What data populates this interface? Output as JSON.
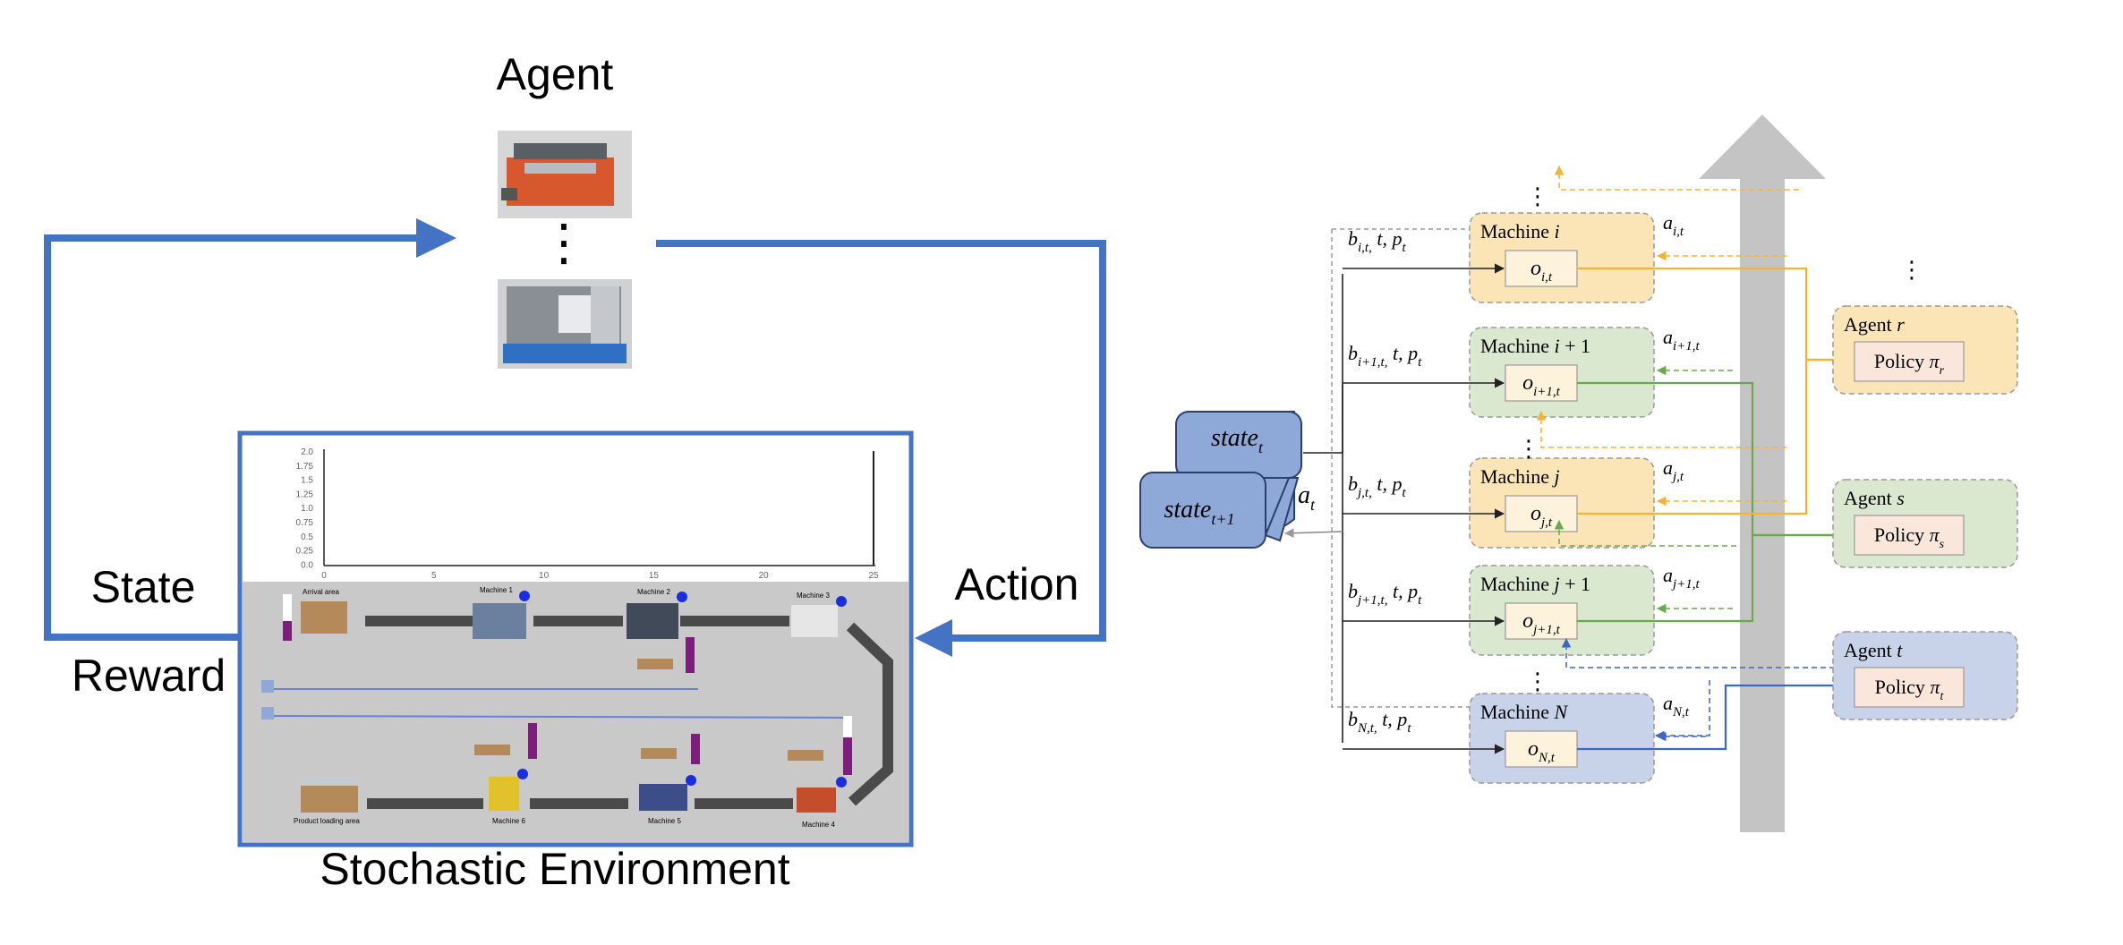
{
  "left_panel": {
    "agent_label": "Agent",
    "state_label": "State",
    "reward_label": "Reward",
    "action_label": "Action",
    "environment_label": "Stochastic Environment",
    "plot_y_ticks": [
      "2.0",
      "1.75",
      "1.5",
      "1.25",
      "1.0",
      "0.75",
      "0.5",
      "0.25",
      "0.0"
    ],
    "plot_x_ticks": [
      "0",
      "5",
      "10",
      "15",
      "20",
      "25"
    ],
    "factory_labels": {
      "arrival": "Arrival area",
      "machine1": "Machine 1",
      "machine2": "Machine 2",
      "machine3": "Machine 3",
      "machine4": "Machine 4",
      "machine5": "Machine 5",
      "machine6": "Machine 6",
      "loading": "Product loading area"
    },
    "colors": {
      "loop": "#4472C4",
      "factory_bg": "#c9c9c9",
      "buffer": "#7b1f7b"
    }
  },
  "right_panel": {
    "state_t": {
      "base": "state",
      "sub": "t"
    },
    "state_t1": {
      "base": "state",
      "sub": "t+1"
    },
    "action_t": {
      "base": "a",
      "sub": "t"
    },
    "machines": [
      {
        "name_prefix": "Machine ",
        "name_var": "i",
        "name_suffix": "",
        "obs_sub": "i,t",
        "b_sub": "i,t",
        "act_sub": "i,t",
        "color": "yellow"
      },
      {
        "name_prefix": "Machine ",
        "name_var": "i",
        "name_suffix": " + 1",
        "obs_sub": "i+1,t",
        "b_sub": "i+1,t",
        "act_sub": "i+1,t",
        "color": "green"
      },
      {
        "name_prefix": "Machine ",
        "name_var": "j",
        "name_suffix": "",
        "obs_sub": "j,t",
        "b_sub": "j,t",
        "act_sub": "j,t",
        "color": "yellow"
      },
      {
        "name_prefix": "Machine ",
        "name_var": "j",
        "name_suffix": " + 1",
        "obs_sub": "j+1,t",
        "b_sub": "j+1,t",
        "act_sub": "j+1,t",
        "color": "green"
      },
      {
        "name_prefix": "Machine ",
        "name_var": "N",
        "name_suffix": "",
        "obs_sub": "N,t",
        "b_sub": "N,t",
        "act_sub": "N,t",
        "color": "blue"
      }
    ],
    "agents": [
      {
        "name_prefix": "Agent ",
        "name_var": "r",
        "policy_prefix": "Policy ",
        "policy_sub": "r",
        "color": "yellow"
      },
      {
        "name_prefix": "Agent ",
        "name_var": "s",
        "policy_prefix": "Policy ",
        "policy_sub": "s",
        "color": "green"
      },
      {
        "name_prefix": "Agent ",
        "name_var": "t",
        "policy_prefix": "Policy ",
        "policy_sub": "t",
        "color": "blue"
      }
    ],
    "ellipsis": "⋮",
    "colors": {
      "yellow_fill": "#fbe5b6",
      "green_fill": "#d9e8cf",
      "blue_fill": "#c8d3ea",
      "obs_fill": "#fdf3dd",
      "policy_fill": "#fbe6dc",
      "yellow_line": "#f5b335",
      "green_line": "#6aa84f",
      "blue_line": "#3d66c6",
      "state_fill": "#8ea8d8",
      "arrow_gray": "#c4c4c4"
    }
  }
}
